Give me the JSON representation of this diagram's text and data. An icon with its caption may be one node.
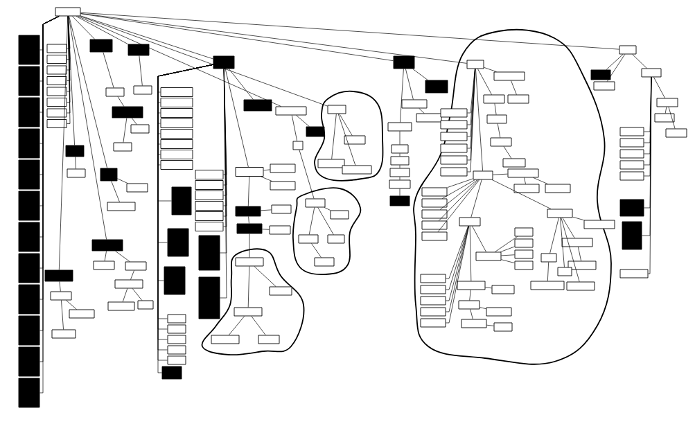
{
  "diagram": {
    "nodes": [
      {
        "text": [],
        "shape": "box"
      },
      {
        "text": [],
        "shape": "box"
      },
      {
        "text": [],
        "shape": "box"
      },
      {
        "text": [],
        "shape": "box"
      },
      {
        "text": [],
        "shape": "box"
      },
      {
        "text": [],
        "shape": "box"
      },
      {
        "text": [],
        "shape": "box"
      },
      {
        "text": [],
        "shape": "box"
      },
      {
        "text": [],
        "shape": "box"
      },
      {
        "text": [],
        "shape": "box"
      },
      {
        "text": [],
        "shape": "box"
      },
      {
        "text": [],
        "shape": "box"
      },
      {
        "text": [],
        "shape": "box"
      },
      {
        "text": [],
        "shape": "box"
      },
      {
        "text": [],
        "shape": "box"
      },
      {
        "text": [],
        "shape": "box"
      },
      {
        "text": [],
        "shape": "box"
      },
      {
        "text": [],
        "shape": "box"
      },
      {
        "text": [],
        "shape": "box"
      },
      {
        "text": [],
        "shape": "box"
      },
      {
        "text": [],
        "shape": "box"
      },
      {
        "text": [],
        "shape": "box"
      },
      {
        "text": [],
        "shape": "box"
      },
      {
        "text": [],
        "shape": "box"
      },
      {
        "text": [],
        "shape": "box"
      },
      {
        "text": [],
        "shape": "box"
      },
      {
        "text": [],
        "shape": "box"
      },
      {
        "text": [],
        "shape": "box"
      },
      {
        "text": [],
        "shape": "box"
      },
      {
        "text": [],
        "shape": "box"
      },
      {
        "text": [],
        "shape": "box"
      },
      {
        "text": [],
        "shape": "box"
      },
      {
        "text": [],
        "shape": "box"
      },
      {
        "text": [],
        "shape": "box"
      },
      {
        "text": [],
        "shape": "box"
      },
      {
        "text": [],
        "shape": "box"
      },
      {
        "text": [],
        "shape": "box"
      },
      {
        "text": [],
        "shape": "box"
      },
      {
        "text": [],
        "shape": "box"
      },
      {
        "text": [],
        "shape": "box"
      },
      {
        "text": [],
        "shape": "box"
      },
      {
        "text": [],
        "shape": "box"
      },
      {
        "text": [],
        "shape": "box"
      },
      {
        "text": [],
        "shape": "box"
      },
      {
        "text": [],
        "shape": "box"
      },
      {
        "text": [],
        "shape": "box"
      },
      {
        "text": [],
        "shape": "box"
      },
      {
        "text": [],
        "shape": "box"
      },
      {
        "text": [],
        "shape": "box"
      },
      {
        "text": [],
        "shape": "box"
      },
      {
        "text": [],
        "shape": "box"
      },
      {
        "text": [],
        "shape": "box"
      },
      {
        "text": [],
        "shape": "box"
      },
      {
        "text": [],
        "shape": "box"
      },
      {
        "text": [],
        "shape": "box"
      },
      {
        "text": [],
        "shape": "box"
      },
      {
        "text": [],
        "shape": "box"
      },
      {
        "text": [],
        "shape": "box"
      },
      {
        "text": [],
        "shape": "box"
      },
      {
        "text": [],
        "shape": "box"
      },
      {
        "text": [],
        "shape": "box"
      },
      {
        "text": [],
        "shape": "box"
      },
      {
        "text": [],
        "shape": "box"
      },
      {
        "text": [],
        "shape": "box"
      },
      {
        "text": [],
        "shape": "box"
      },
      {
        "text": [],
        "shape": "box"
      },
      {
        "text": [],
        "shape": "box"
      },
      {
        "text": [],
        "shape": "box"
      },
      {
        "text": [],
        "shape": "box"
      },
      {
        "text": [],
        "shape": "box"
      },
      {
        "text": [],
        "shape": "box"
      },
      {
        "text": [],
        "shape": "box"
      },
      {
        "text": [],
        "shape": "box"
      },
      {
        "text": [],
        "shape": "box"
      },
      {
        "text": [],
        "shape": "box"
      },
      {
        "text": [],
        "shape": "box"
      },
      {
        "text": [],
        "shape": "box"
      },
      {
        "text": [],
        "shape": "box"
      },
      {
        "text": [],
        "shape": "box"
      },
      {
        "text": [],
        "shape": "box"
      },
      {
        "text": [],
        "shape": "box"
      },
      {
        "text": [],
        "shape": "box"
      },
      {
        "text": [],
        "shape": "box"
      },
      {
        "text": [],
        "shape": "box"
      },
      {
        "text": [],
        "shape": "box"
      },
      {
        "text": [],
        "shape": "box"
      },
      {
        "text": [],
        "shape": "box"
      },
      {
        "text": [],
        "shape": "box"
      },
      {
        "text": [],
        "shape": "box"
      },
      {
        "text": [],
        "shape": "box"
      },
      {
        "text": [],
        "shape": "box"
      },
      {
        "text": [],
        "shape": "box"
      },
      {
        "text": [],
        "shape": "box"
      },
      {
        "text": [],
        "shape": "box"
      },
      {
        "text": [],
        "shape": "box"
      },
      {
        "text": [],
        "shape": "box"
      },
      {
        "text": [],
        "shape": "box"
      },
      {
        "text": [],
        "shape": "box"
      },
      {
        "text": [],
        "shape": "box"
      },
      {
        "text": [],
        "shape": "box"
      },
      {
        "text": [],
        "shape": "box"
      },
      {
        "text": [],
        "shape": "box"
      },
      {
        "text": [],
        "shape": "box"
      },
      {
        "text": [],
        "shape": "box"
      },
      {
        "text": [],
        "shape": "box"
      },
      {
        "text": [],
        "shape": "box"
      },
      {
        "text": [],
        "shape": "box"
      },
      {
        "text": [],
        "shape": "box"
      },
      {
        "text": [],
        "shape": "box"
      },
      {
        "text": [],
        "shape": "box"
      },
      {
        "text": [],
        "shape": "box"
      },
      {
        "text": [],
        "shape": "box"
      },
      {
        "text": [],
        "shape": "box"
      },
      {
        "text": [],
        "shape": "box"
      },
      {
        "text": [],
        "shape": "box"
      },
      {
        "text": [],
        "shape": "box"
      },
      {
        "text": [],
        "shape": "box"
      },
      {
        "text": [],
        "shape": "box"
      },
      {
        "text": [],
        "shape": "box"
      },
      {
        "text": [],
        "shape": "box"
      },
      {
        "text": [],
        "shape": "box"
      },
      {
        "text": [],
        "shape": "box"
      },
      {
        "text": [],
        "shape": "box"
      },
      {
        "text": [],
        "shape": "box"
      },
      {
        "text": [],
        "shape": "box"
      },
      {
        "text": [],
        "shape": "box"
      },
      {
        "text": [],
        "shape": "box"
      },
      {
        "text": [],
        "shape": "box"
      },
      {
        "text": [],
        "shape": "box"
      },
      {
        "text": [],
        "shape": "box"
      },
      {
        "text": [],
        "shape": "box"
      },
      {
        "text": [],
        "shape": "box"
      },
      {
        "text": [],
        "shape": "box"
      },
      {
        "text": [],
        "shape": "box"
      },
      {
        "text": [],
        "shape": "box"
      },
      {
        "text": [],
        "shape": "box"
      },
      {
        "text": [],
        "shape": "box"
      },
      {
        "text": [],
        "shape": "box"
      },
      {
        "text": [],
        "shape": "box"
      },
      {
        "text": [],
        "shape": "box"
      },
      {
        "text": [],
        "shape": "box"
      },
      {
        "text": [],
        "shape": "box"
      },
      {
        "text": [],
        "shape": "box"
      },
      {
        "text": [],
        "shape": "box"
      },
      {
        "text": [],
        "shape": "box"
      },
      {
        "text": [],
        "shape": "box"
      },
      {
        "text": [],
        "shape": "box"
      },
      {
        "text": [],
        "shape": "box"
      },
      {
        "text": [],
        "shape": "box"
      },
      {
        "text": [],
        "shape": "box"
      },
      {
        "text": [],
        "shape": "box"
      },
      {
        "text": [],
        "shape": "box"
      },
      {
        "text": [],
        "shape": "box"
      },
      {
        "text": [],
        "shape": "box"
      },
      {
        "text": [],
        "shape": "box"
      },
      {
        "text": [],
        "shape": "box"
      },
      {
        "text": [],
        "shape": "box"
      },
      {
        "text": [],
        "shape": "box"
      },
      {
        "text": [],
        "shape": "box"
      },
      {
        "text": [],
        "shape": "box"
      },
      {
        "text": [],
        "shape": "box"
      },
      {
        "text": [],
        "shape": "box"
      },
      {
        "text": [],
        "shape": "box"
      },
      {
        "text": [],
        "shape": "box"
      },
      {
        "text": [],
        "shape": "box"
      },
      {
        "text": [],
        "shape": "box"
      }
    ],
    "edges": [
      {
        "from": 0,
        "to": 1,
        "arrow": "none"
      },
      {
        "from": 0,
        "to": 2,
        "arrow": "none"
      },
      {
        "from": 0,
        "to": 3,
        "arrow": "none"
      },
      {
        "from": 0,
        "to": 4,
        "arrow": "none"
      },
      {
        "from": 0,
        "to": 5,
        "arrow": "none"
      },
      {
        "from": 0,
        "to": 6,
        "arrow": "none"
      },
      {
        "from": 0,
        "to": 7,
        "arrow": "none"
      },
      {
        "from": 0,
        "to": 8,
        "arrow": "none"
      },
      {
        "from": 0,
        "to": 9,
        "arrow": "none"
      },
      {
        "from": 0,
        "to": 10,
        "arrow": "none"
      },
      {
        "from": 0,
        "to": 11,
        "arrow": "none"
      },
      {
        "from": 0,
        "to": 12,
        "arrow": "none"
      },
      {
        "from": 0,
        "to": 13,
        "arrow": "none"
      },
      {
        "from": 0,
        "to": 14,
        "arrow": "none"
      },
      {
        "from": 0,
        "to": 15,
        "arrow": "none"
      },
      {
        "from": 0,
        "to": 16,
        "arrow": "none"
      },
      {
        "from": 0,
        "to": 17,
        "arrow": "none"
      },
      {
        "from": 0,
        "to": 18,
        "arrow": "none"
      },
      {
        "from": 0,
        "to": 19,
        "arrow": "none"
      },
      {
        "from": 0,
        "to": 20,
        "arrow": "none"
      },
      {
        "from": 0,
        "to": 21,
        "arrow": "none"
      },
      {
        "from": 0,
        "to": 22,
        "arrow": "none"
      },
      {
        "from": 21,
        "to": 23,
        "arrow": "none"
      },
      {
        "from": 22,
        "to": 24,
        "arrow": "none"
      },
      {
        "from": 23,
        "to": 25,
        "arrow": "none"
      },
      {
        "from": 25,
        "to": 26,
        "arrow": "none"
      },
      {
        "from": 25,
        "to": 27,
        "arrow": "none"
      },
      {
        "from": 0,
        "to": 28,
        "arrow": "none"
      },
      {
        "from": 28,
        "to": 29,
        "arrow": "none"
      },
      {
        "from": 0,
        "to": 30,
        "arrow": "none"
      },
      {
        "from": 30,
        "to": 31,
        "arrow": "none"
      },
      {
        "from": 30,
        "to": 32,
        "arrow": "none"
      },
      {
        "from": 0,
        "to": 33,
        "arrow": "none"
      },
      {
        "from": 33,
        "to": 34,
        "arrow": "none"
      },
      {
        "from": 33,
        "to": 35,
        "arrow": "none"
      },
      {
        "from": 35,
        "to": 36,
        "arrow": "none"
      },
      {
        "from": 36,
        "to": 37,
        "arrow": "none"
      },
      {
        "from": 36,
        "to": 38,
        "arrow": "none"
      },
      {
        "from": 0,
        "to": 39,
        "arrow": "none"
      },
      {
        "from": 39,
        "to": 40,
        "arrow": "none"
      },
      {
        "from": 40,
        "to": 41,
        "arrow": "none"
      },
      {
        "from": 40,
        "to": 42,
        "arrow": "none"
      },
      {
        "from": 0,
        "to": 43,
        "arrow": "none"
      },
      {
        "from": 43,
        "to": 44,
        "arrow": "none"
      },
      {
        "from": 43,
        "to": 45,
        "arrow": "none"
      },
      {
        "from": 43,
        "to": 46,
        "arrow": "none"
      },
      {
        "from": 43,
        "to": 47,
        "arrow": "none"
      },
      {
        "from": 43,
        "to": 48,
        "arrow": "none"
      },
      {
        "from": 43,
        "to": 49,
        "arrow": "none"
      },
      {
        "from": 43,
        "to": 50,
        "arrow": "none"
      },
      {
        "from": 43,
        "to": 51,
        "arrow": "none"
      },
      {
        "from": 43,
        "to": 52,
        "arrow": "none"
      },
      {
        "from": 43,
        "to": 53,
        "arrow": "none"
      },
      {
        "from": 43,
        "to": 54,
        "arrow": "none"
      },
      {
        "from": 43,
        "to": 55,
        "arrow": "none"
      },
      {
        "from": 43,
        "to": 56,
        "arrow": "none"
      },
      {
        "from": 43,
        "to": 57,
        "arrow": "none"
      },
      {
        "from": 43,
        "to": 58,
        "arrow": "none"
      },
      {
        "from": 43,
        "to": 59,
        "arrow": "none"
      },
      {
        "from": 43,
        "to": 60,
        "arrow": "none"
      },
      {
        "from": 43,
        "to": 61,
        "arrow": "none"
      },
      {
        "from": 43,
        "to": 62,
        "arrow": "none"
      },
      {
        "from": 43,
        "to": 63,
        "arrow": "none"
      },
      {
        "from": 43,
        "to": 64,
        "arrow": "none"
      },
      {
        "from": 43,
        "to": 65,
        "arrow": "none"
      },
      {
        "from": 43,
        "to": 66,
        "arrow": "none"
      },
      {
        "from": 43,
        "to": 67,
        "arrow": "none"
      },
      {
        "from": 43,
        "to": 68,
        "arrow": "none"
      },
      {
        "from": 43,
        "to": 69,
        "arrow": "none"
      },
      {
        "from": 43,
        "to": 70,
        "arrow": "none"
      },
      {
        "from": 70,
        "to": 71,
        "arrow": "none"
      },
      {
        "from": 70,
        "to": 72,
        "arrow": "none"
      },
      {
        "from": 70,
        "to": 73,
        "arrow": "none"
      },
      {
        "from": 73,
        "to": 74,
        "arrow": "none"
      },
      {
        "from": 73,
        "to": 75,
        "arrow": "none"
      },
      {
        "from": 75,
        "to": 76,
        "arrow": "none"
      },
      {
        "from": 75,
        "to": 77,
        "arrow": "none"
      },
      {
        "from": 77,
        "to": 78,
        "arrow": "none"
      },
      {
        "from": 77,
        "to": 79,
        "arrow": "none"
      },
      {
        "from": 79,
        "to": 80,
        "arrow": "none"
      },
      {
        "from": 79,
        "to": 81,
        "arrow": "none"
      },
      {
        "from": 0,
        "to": 82,
        "arrow": "none"
      },
      {
        "from": 82,
        "to": 83,
        "arrow": "none"
      },
      {
        "from": 82,
        "to": 84,
        "arrow": "none"
      },
      {
        "from": 0,
        "to": 85,
        "arrow": "none"
      },
      {
        "from": 85,
        "to": 86,
        "arrow": "none"
      },
      {
        "from": 85,
        "to": 87,
        "arrow": "none"
      },
      {
        "from": 85,
        "to": 88,
        "arrow": "none"
      },
      {
        "from": 84,
        "to": 89,
        "arrow": "none"
      },
      {
        "from": 89,
        "to": 90,
        "arrow": "none"
      },
      {
        "from": 89,
        "to": 91,
        "arrow": "none"
      },
      {
        "from": 89,
        "to": 92,
        "arrow": "none"
      },
      {
        "from": 91,
        "to": 93,
        "arrow": "none"
      },
      {
        "from": 0,
        "to": 94,
        "arrow": "none"
      },
      {
        "from": 94,
        "to": 95,
        "arrow": "none"
      },
      {
        "from": 94,
        "to": 96,
        "arrow": "none"
      },
      {
        "from": 94,
        "to": 97,
        "arrow": "none"
      },
      {
        "from": 96,
        "to": 98,
        "arrow": "none"
      },
      {
        "from": 97,
        "to": 99,
        "arrow": "none"
      },
      {
        "from": 99,
        "to": 100,
        "arrow": "none"
      },
      {
        "from": 100,
        "to": 101,
        "arrow": "none"
      },
      {
        "from": 101,
        "to": 102,
        "arrow": "none"
      },
      {
        "from": 102,
        "to": 103,
        "arrow": "none"
      },
      {
        "from": 0,
        "to": 104,
        "arrow": "none"
      },
      {
        "from": 104,
        "to": 105,
        "arrow": "none"
      },
      {
        "from": 105,
        "to": 106,
        "arrow": "none"
      },
      {
        "from": 104,
        "to": 107,
        "arrow": "none"
      },
      {
        "from": 107,
        "to": 108,
        "arrow": "none"
      },
      {
        "from": 108,
        "to": 109,
        "arrow": "none"
      },
      {
        "from": 109,
        "to": 110,
        "arrow": "none"
      },
      {
        "from": 104,
        "to": 111,
        "arrow": "none"
      },
      {
        "from": 104,
        "to": 112,
        "arrow": "none"
      },
      {
        "from": 104,
        "to": 113,
        "arrow": "none"
      },
      {
        "from": 104,
        "to": 114,
        "arrow": "none"
      },
      {
        "from": 104,
        "to": 115,
        "arrow": "none"
      },
      {
        "from": 104,
        "to": 116,
        "arrow": "none"
      },
      {
        "from": 104,
        "to": 117,
        "arrow": "none"
      },
      {
        "from": 117,
        "to": 118,
        "arrow": "none"
      },
      {
        "from": 118,
        "to": 119,
        "arrow": "none"
      },
      {
        "from": 118,
        "to": 120,
        "arrow": "none"
      },
      {
        "from": 117,
        "to": 121,
        "arrow": "none"
      },
      {
        "from": 117,
        "to": 122,
        "arrow": "none"
      },
      {
        "from": 117,
        "to": 123,
        "arrow": "none"
      },
      {
        "from": 117,
        "to": 124,
        "arrow": "none"
      },
      {
        "from": 117,
        "to": 125,
        "arrow": "none"
      },
      {
        "from": 117,
        "to": 126,
        "arrow": "none"
      },
      {
        "from": 117,
        "to": 127,
        "arrow": "none"
      },
      {
        "from": 127,
        "to": 128,
        "arrow": "none"
      },
      {
        "from": 127,
        "to": 129,
        "arrow": "none"
      },
      {
        "from": 129,
        "to": 130,
        "arrow": "none"
      },
      {
        "from": 127,
        "to": 131,
        "arrow": "none"
      },
      {
        "from": 127,
        "to": 132,
        "arrow": "none"
      },
      {
        "from": 131,
        "to": 133,
        "arrow": "none"
      },
      {
        "from": 127,
        "to": 134,
        "arrow": "none"
      },
      {
        "from": 126,
        "to": 135,
        "arrow": "none"
      },
      {
        "from": 135,
        "to": 136,
        "arrow": "none"
      },
      {
        "from": 135,
        "to": 137,
        "arrow": "none"
      },
      {
        "from": 135,
        "to": 138,
        "arrow": "none"
      },
      {
        "from": 135,
        "to": 139,
        "arrow": "none"
      },
      {
        "from": 126,
        "to": 140,
        "arrow": "none"
      },
      {
        "from": 126,
        "to": 141,
        "arrow": "none"
      },
      {
        "from": 126,
        "to": 142,
        "arrow": "none"
      },
      {
        "from": 126,
        "to": 143,
        "arrow": "none"
      },
      {
        "from": 126,
        "to": 144,
        "arrow": "none"
      },
      {
        "from": 126,
        "to": 145,
        "arrow": "none"
      },
      {
        "from": 145,
        "to": 146,
        "arrow": "none"
      },
      {
        "from": 145,
        "to": 147,
        "arrow": "none"
      },
      {
        "from": 147,
        "to": 148,
        "arrow": "none"
      },
      {
        "from": 147,
        "to": 149,
        "arrow": "none"
      },
      {
        "from": 149,
        "to": 150,
        "arrow": "none"
      },
      {
        "from": 0,
        "to": 151,
        "arrow": "none"
      },
      {
        "from": 151,
        "to": 152,
        "arrow": "none"
      },
      {
        "from": 151,
        "to": 153,
        "arrow": "none"
      },
      {
        "from": 151,
        "to": 154,
        "arrow": "none"
      },
      {
        "from": 154,
        "to": 155,
        "arrow": "none"
      },
      {
        "from": 155,
        "to": 156,
        "arrow": "none"
      },
      {
        "from": 155,
        "to": 157,
        "arrow": "none"
      },
      {
        "from": 154,
        "to": 158,
        "arrow": "none"
      },
      {
        "from": 154,
        "to": 159,
        "arrow": "none"
      },
      {
        "from": 154,
        "to": 160,
        "arrow": "none"
      },
      {
        "from": 154,
        "to": 161,
        "arrow": "none"
      },
      {
        "from": 154,
        "to": 162,
        "arrow": "none"
      },
      {
        "from": 154,
        "to": 163,
        "arrow": "none"
      },
      {
        "from": 154,
        "to": 164,
        "arrow": "none"
      },
      {
        "from": 154,
        "to": 165,
        "arrow": "none"
      }
    ]
  }
}
